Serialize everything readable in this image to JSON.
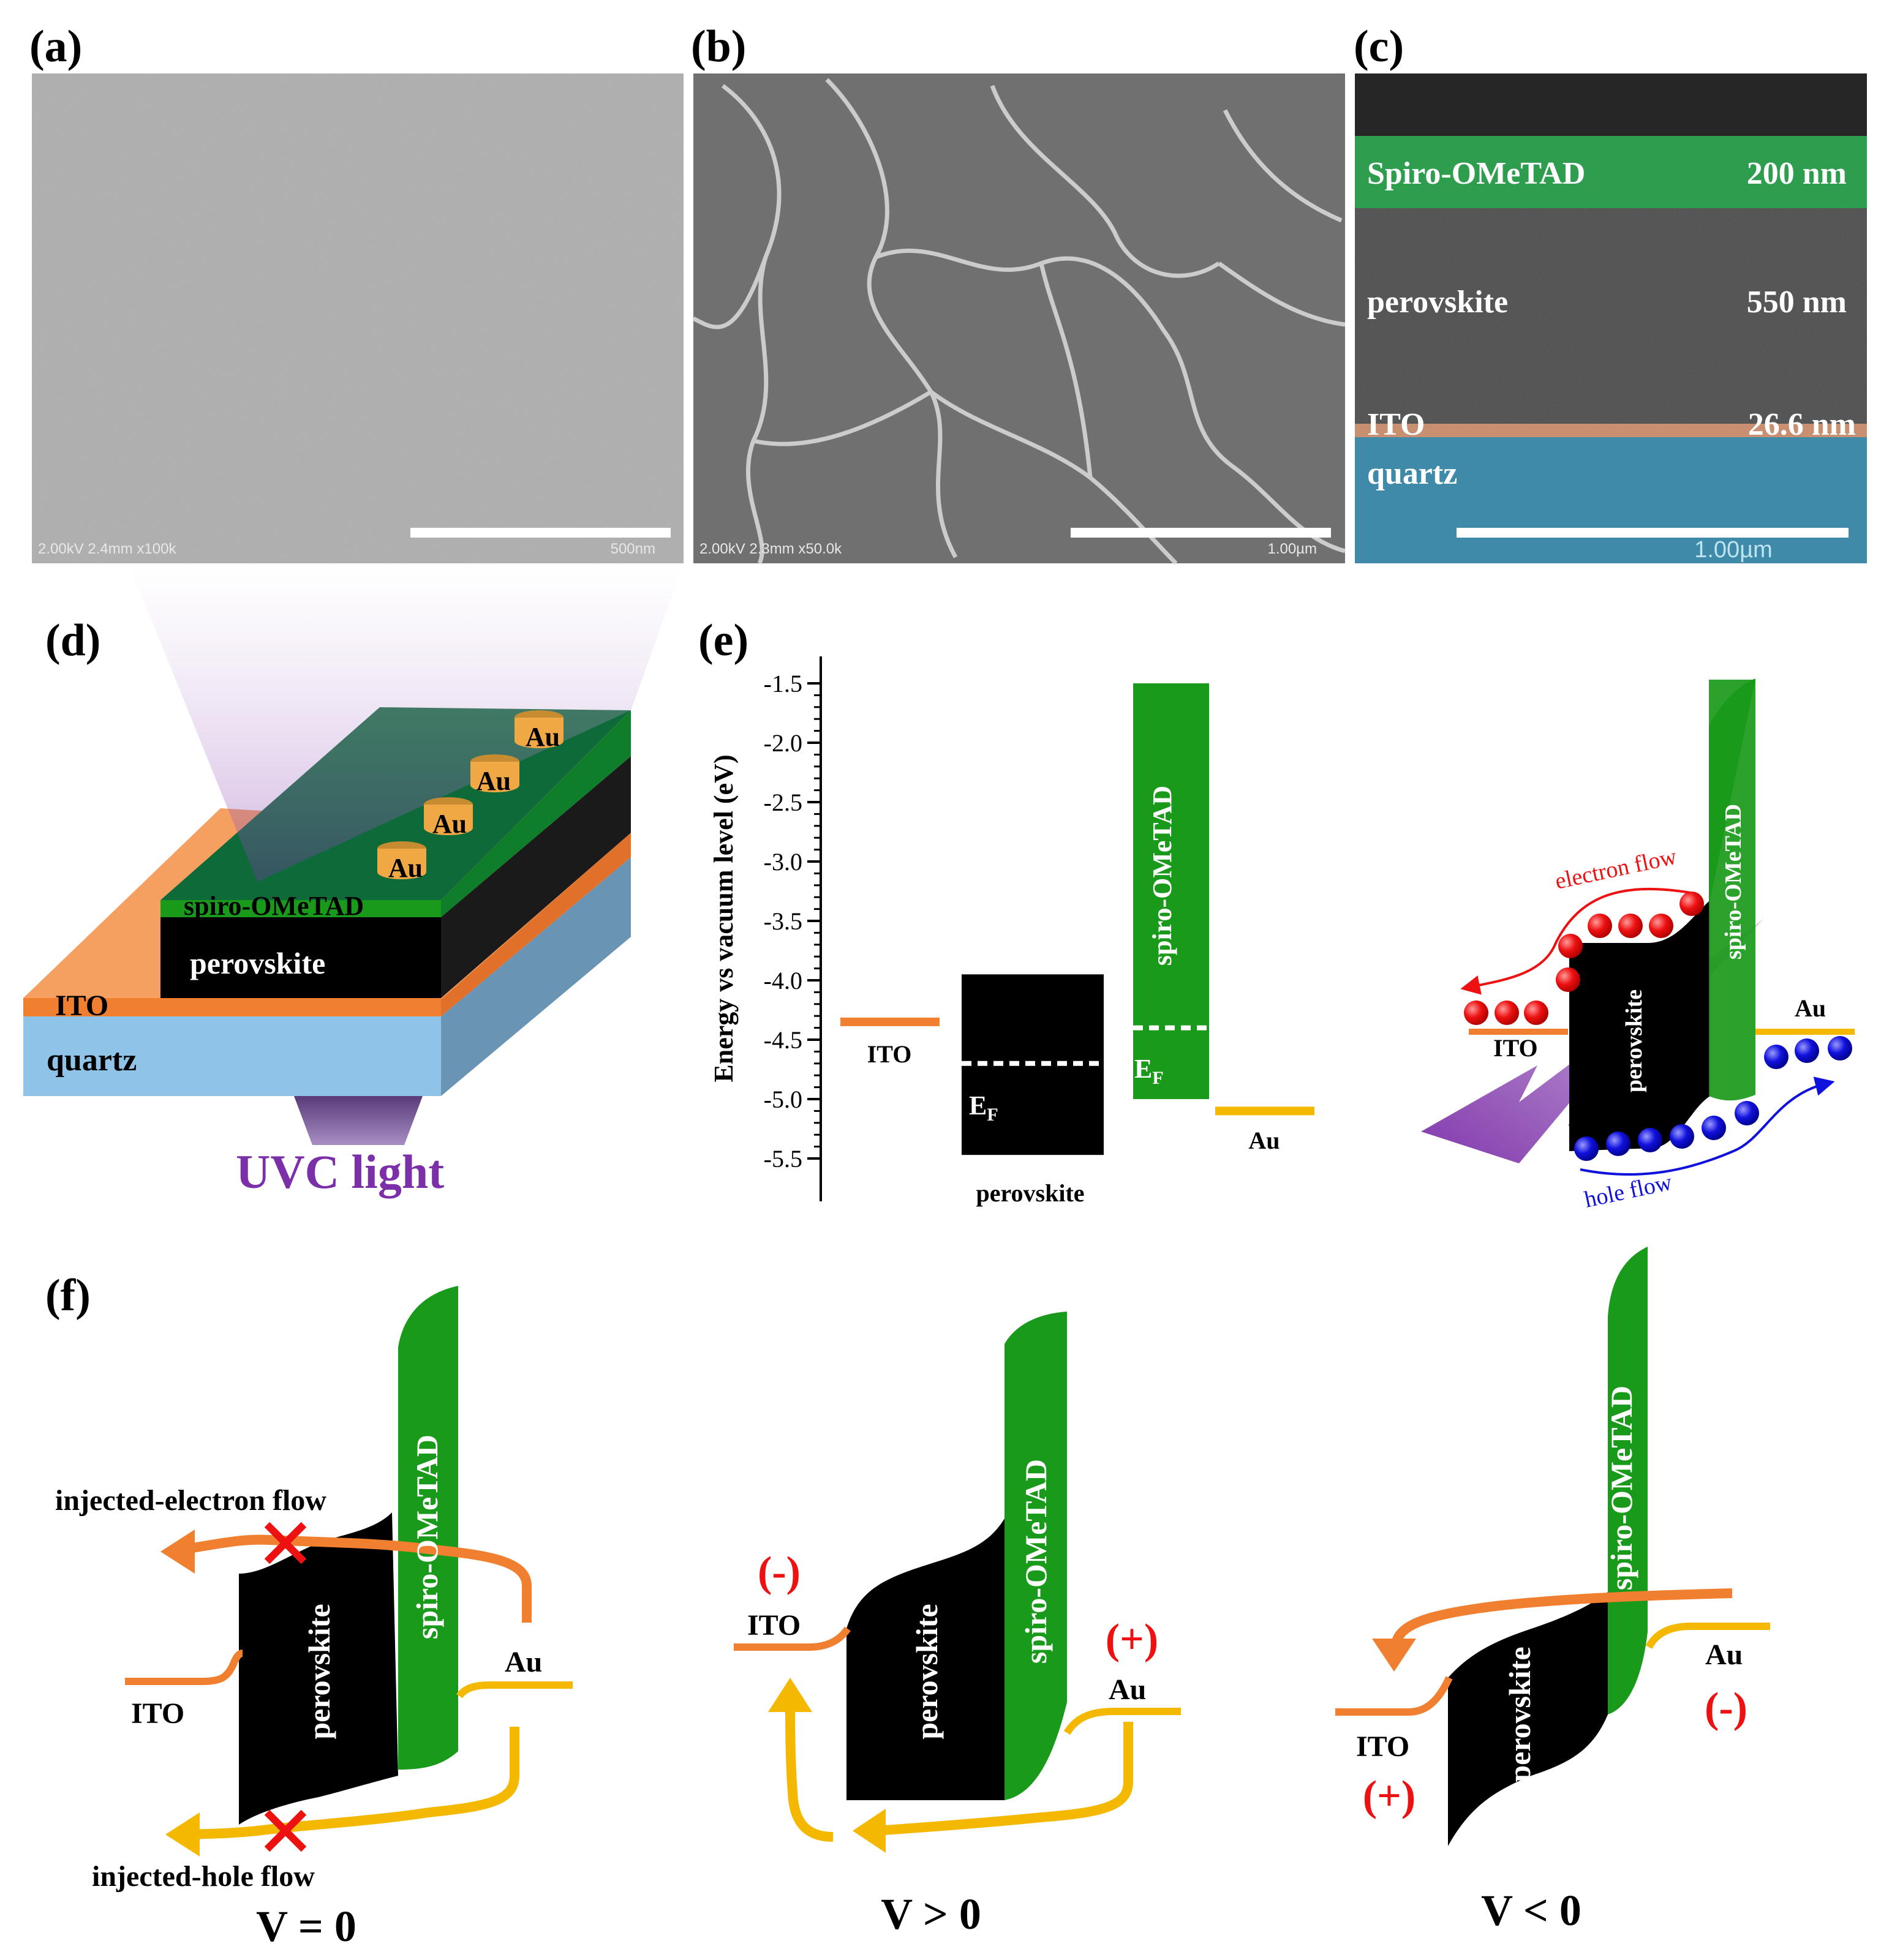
{
  "panels": {
    "a": {
      "label": "(a)",
      "sem_info": "2.00kV 2.4mm x100k",
      "scale": "500nm"
    },
    "b": {
      "label": "(b)",
      "sem_info": "2.00kV 2.3mm x50.0k",
      "scale": "1.00µm"
    },
    "c": {
      "label": "(c)",
      "scale": "1.00µm",
      "layers": [
        {
          "name": "Spiro-OMeTAD",
          "thickness": "200 nm"
        },
        {
          "name": "perovskite",
          "thickness": "550 nm"
        },
        {
          "name": "ITO",
          "thickness": "26.6 nm"
        },
        {
          "name": "quartz",
          "thickness": ""
        }
      ]
    },
    "d": {
      "label": "(d)",
      "au_label": "Au",
      "layer_spiro": "spiro-OMeTAD",
      "layer_perov": "perovskite",
      "layer_ito": "ITO",
      "layer_quartz": "quartz",
      "light": "UVC light"
    },
    "e": {
      "label": "(e)",
      "ylabel": "Energy vs vacuum level (eV)",
      "ticks": [
        "-1.5",
        "-2.0",
        "-2.5",
        "-3.0",
        "-3.5",
        "-4.0",
        "-4.5",
        "-5.0",
        "-5.5"
      ],
      "ito": "ITO",
      "perovskite": "perovskite",
      "spiro": "spiro-OMeTAD",
      "au": "Au",
      "ef": "E",
      "ef_sub": "F",
      "right": {
        "electron_flow": "electron flow",
        "hole_flow": "hole flow",
        "ito": "ITO",
        "au": "Au",
        "perovskite": "perovskite",
        "spiro": "spiro-OMeTAD"
      }
    },
    "f": {
      "label": "(f)",
      "v0": {
        "electron": "injected-electron flow",
        "hole": "injected-hole flow",
        "ito": "ITO",
        "au": "Au",
        "perovskite": "perovskite",
        "spiro": "spiro-OMeTAD",
        "caption": "V = 0"
      },
      "vpos": {
        "minus": "(-)",
        "plus": "(+)",
        "ito": "ITO",
        "au": "Au",
        "perovskite": "perovskite",
        "spiro": "spiro-OMeTAD",
        "caption": "V > 0"
      },
      "vneg": {
        "minus": "(-)",
        "plus": "(+)",
        "ito": "ITO",
        "au": "Au",
        "perovskite": "perovskite",
        "spiro": "spiro-OMeTAD",
        "caption": "V < 0"
      }
    }
  },
  "colors": {
    "ito": "#f07f30",
    "spiro": "#1a9a1a",
    "au": "#f5b800",
    "electron": "#ee1111",
    "hole": "#1111dd",
    "uvc": "#7b2fa8",
    "quartz": "#8fc3e8",
    "cross": "#ee1111"
  }
}
